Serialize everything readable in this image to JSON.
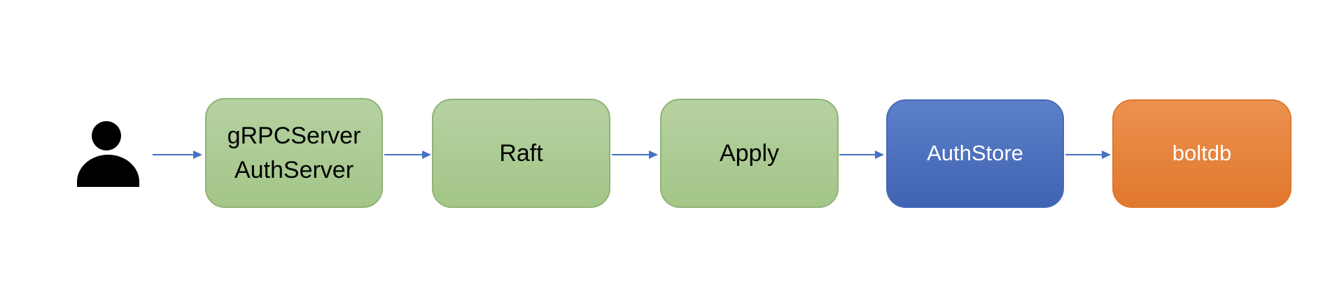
{
  "diagram": {
    "type": "flow",
    "direction": "left-to-right",
    "actor": {
      "id": "user",
      "icon": "person-icon"
    },
    "nodes": [
      {
        "id": "grpcserver-authserver",
        "lines": [
          "gRPCServer",
          "AuthServer"
        ],
        "color_role": "green"
      },
      {
        "id": "raft",
        "lines": [
          "Raft"
        ],
        "color_role": "green"
      },
      {
        "id": "apply",
        "lines": [
          "Apply"
        ],
        "color_role": "green"
      },
      {
        "id": "authstore",
        "lines": [
          "AuthStore"
        ],
        "color_role": "blue"
      },
      {
        "id": "boltdb",
        "lines": [
          "boltdb"
        ],
        "color_role": "orange"
      }
    ],
    "edges": [
      {
        "from": "user",
        "to": "grpcserver-authserver"
      },
      {
        "from": "grpcserver-authserver",
        "to": "raft"
      },
      {
        "from": "raft",
        "to": "apply"
      },
      {
        "from": "apply",
        "to": "authstore"
      },
      {
        "from": "authstore",
        "to": "boltdb"
      }
    ]
  },
  "colors": {
    "background": "#ffffff",
    "actor": "#000000",
    "arrow": "#4472c4",
    "green_top": "#b6d1a1",
    "green_bottom": "#a3c688",
    "green_border": "#8fb377",
    "blue_top": "#5c80c8",
    "blue_bottom": "#4063b3",
    "blue_border": "#4468b6",
    "orange_top": "#ec9150",
    "orange_bottom": "#e0782d",
    "orange_border": "#e0782d"
  }
}
